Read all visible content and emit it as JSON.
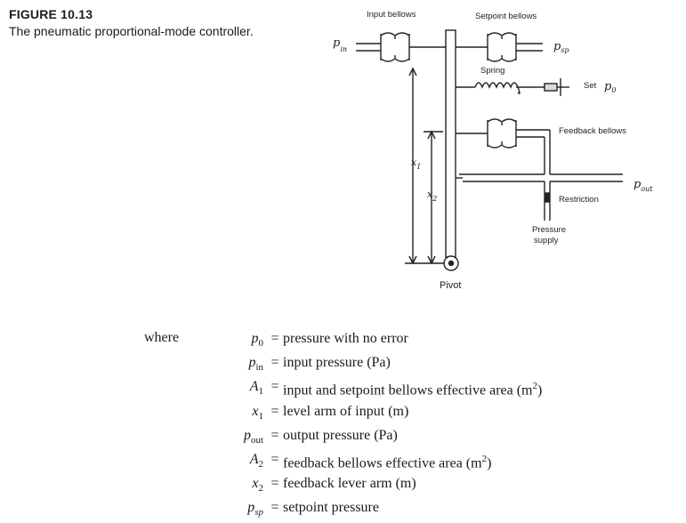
{
  "figure": {
    "label": "FIGURE 10.13",
    "caption": "The pneumatic proportional-mode controller."
  },
  "diagram": {
    "input_bellows": "Input bellows",
    "setpoint_bellows": "Setpoint bellows",
    "spring": "Spring",
    "set_p0": "Set",
    "set_p0_symbol": "p",
    "set_p0_sub": "0",
    "feedback_bellows": "Feedback bellows",
    "restriction": "Restriction",
    "pressure_supply_line1": "Pressure",
    "pressure_supply_line2": "supply",
    "pivot": "Pivot",
    "p_in_symbol": "p",
    "p_in_sub": "in",
    "p_sp_symbol": "p",
    "p_sp_sub": "sp",
    "p_out_symbol": "p",
    "p_out_sub": "out",
    "x1_symbol": "x",
    "x1_sub": "1",
    "x2_symbol": "x",
    "x2_sub": "2"
  },
  "legend": {
    "intro": "where",
    "rows": [
      {
        "sym": "p",
        "sub": "0",
        "sub_italic": false,
        "sup": "",
        "desc": "pressure with no error"
      },
      {
        "sym": "p",
        "sub": "in",
        "sub_italic": false,
        "sup": "",
        "desc": "input pressure (Pa)"
      },
      {
        "sym": "A",
        "sub": "1",
        "sub_italic": false,
        "sup": "",
        "desc": "input and setpoint bellows effective area (m",
        "desc_sup": "2",
        "desc_end": ")"
      },
      {
        "sym": "x",
        "sub": "1",
        "sub_italic": false,
        "sup": "",
        "desc": "level arm of input (m)"
      },
      {
        "sym": "p",
        "sub": "out",
        "sub_italic": false,
        "sup": "",
        "desc": "output pressure (Pa)"
      },
      {
        "sym": "A",
        "sub": "2",
        "sub_italic": false,
        "sup": "",
        "desc": "feedback bellows effective area (m",
        "desc_sup": "2",
        "desc_end": ")"
      },
      {
        "sym": "x",
        "sub": "2",
        "sub_italic": false,
        "sup": "",
        "desc": "feedback lever arm (m)"
      },
      {
        "sym": "p",
        "sub": "sp",
        "sub_italic": true,
        "sup": "",
        "desc": "setpoint pressure"
      }
    ],
    "equals": "="
  }
}
